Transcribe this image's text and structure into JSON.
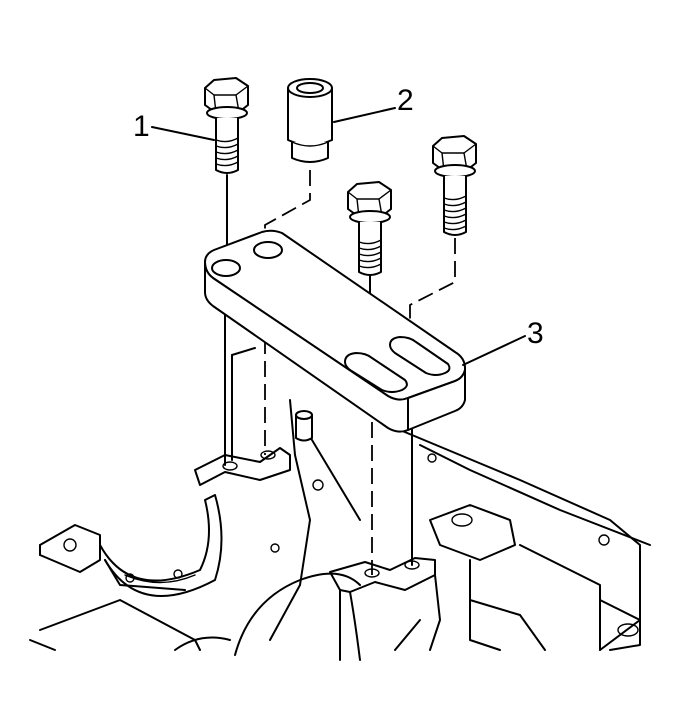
{
  "callouts": {
    "bolt_label": "1",
    "sleeve_label": "2",
    "plate_label": "3"
  },
  "colors": {
    "line": "#000000",
    "background": "#ffffff"
  }
}
